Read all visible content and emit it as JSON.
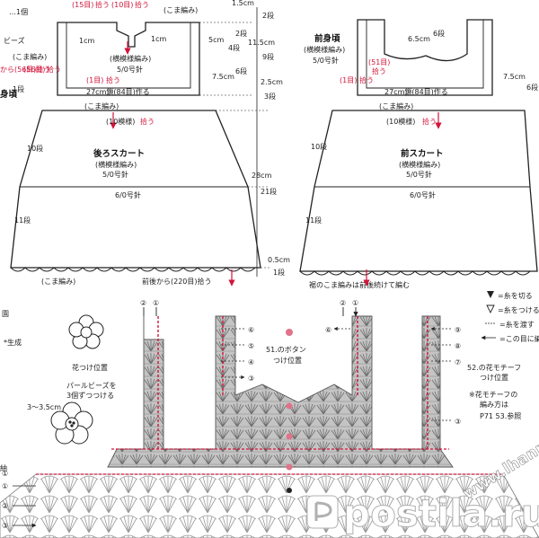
{
  "colors": {
    "ink": "#222222",
    "accent": "#d2143a",
    "chart_fill": "#bdbdbd",
    "chart_stitch": "#6d6d6d"
  },
  "back": {
    "label_15_left": "(15目)",
    "label_15_right": "拾う",
    "label_10_left": "(10目)",
    "label_10_right": "拾う",
    "koma_top": "(こま編み)",
    "size_1cm_left": "1cm",
    "size_1cm_right": "1cm",
    "size_5cm": "5cm",
    "rows_2_top": "2段",
    "rows_4": "4段",
    "rows_6": "6段",
    "rows_1": "1段",
    "size_7_5": "7.5cm",
    "pattern": "(横模様編み)",
    "needle": "5/0号針",
    "pick_56": "(56目)",
    "pick_56_r": "拾う",
    "pick_1": "(1目)",
    "pick_1_r": "拾う",
    "chain_27": "27cm鎖(84目)作る",
    "koma_bottom": "(こま編み)",
    "ten_pattern": "(10模様)",
    "ten_pattern_r": "拾う",
    "skirt_title": "後ろスカート",
    "skirt_pattern": "(横模様編み)",
    "skirt_needle": "5/0号針",
    "needle_6": "6/0号針",
    "rows_10": "10段",
    "rows_11": "11段",
    "left_frag_1": "…1個",
    "left_frag_2": "ビーズ",
    "left_frag_3": "(こま編み)",
    "left_frag_4": "から(56目)拾う",
    "left_frag_5": "身頃"
  },
  "middle": {
    "m1_5": "1.5cm",
    "m2": "2段",
    "m11_5": "11.5cm",
    "m9": "9段",
    "m2_5": "2.5cm",
    "m3": "3段",
    "m28": "28cm",
    "m21": "21段",
    "m0_5": "0.5cm",
    "m1": "1段",
    "hem": "前後から(220目)拾う",
    "hem_koma": "(こま編み)",
    "hem_note": "裾のこま編みは前後続けて編む"
  },
  "front": {
    "title": "前身頃",
    "pattern": "(横模様編み)",
    "needle": "5/0号針",
    "size_6_5": "6.5cm",
    "rows_6": "6段",
    "pick_51": "(51目)",
    "pick_51_r": "拾う",
    "pick_1": "(1目)",
    "pick_1_r": "拾う",
    "size_7_5": "7.5cm",
    "rows_6_b": "6段",
    "chain_27": "27cm鎖(84目)作る",
    "koma_bottom": "(こま編み)",
    "ten_pattern": "(10模様)",
    "ten_pattern_r": "拾う",
    "skirt_title": "前スカート",
    "skirt_pattern": "(横模様編み)",
    "skirt_needle": "5/0号針",
    "needle_6": "6/0号針",
    "rows_10": "10段",
    "rows_11": "11段"
  },
  "chart": {
    "circ_2a": "②",
    "circ_1a": "①",
    "circ_2b": "②",
    "circ_1b": "①",
    "arr_6a": "⑥",
    "arr_5a": "⑤",
    "arr_4a": "④",
    "arr_3a": "③",
    "arr_6b": "⑥",
    "arr_9": "⑨",
    "arr_8": "⑧",
    "arr_7": "⑦",
    "arr_3b": "③",
    "row_1a": "①",
    "row_2": "②",
    "row_3": "③",
    "row_1b": "①",
    "button_note_1": "51.のボタン",
    "button_note_2": "つけ位置",
    "flower_pos": "花つけ位置",
    "pearl_1": "パールビーズを",
    "pearl_2": "3個ずつつける",
    "size_3": "3～3.5cm",
    "left_a": "園",
    "left_b": "*生成",
    "left_c": "紬"
  },
  "legend": {
    "cut": "=糸を切る",
    "attach": "=糸をつける",
    "pass": "=糸を渡す",
    "symbol": "=この目に編",
    "note_52_1": "52.の花モチーフ",
    "note_52_2": "つけ位置",
    "note_flower_1": "※花モチーフの",
    "note_flower_2": "編み方は",
    "note_flower_3": "P71 53.参照"
  },
  "watermark": {
    "site": "www.lhanmu.com",
    "brand": "postila.ru"
  }
}
